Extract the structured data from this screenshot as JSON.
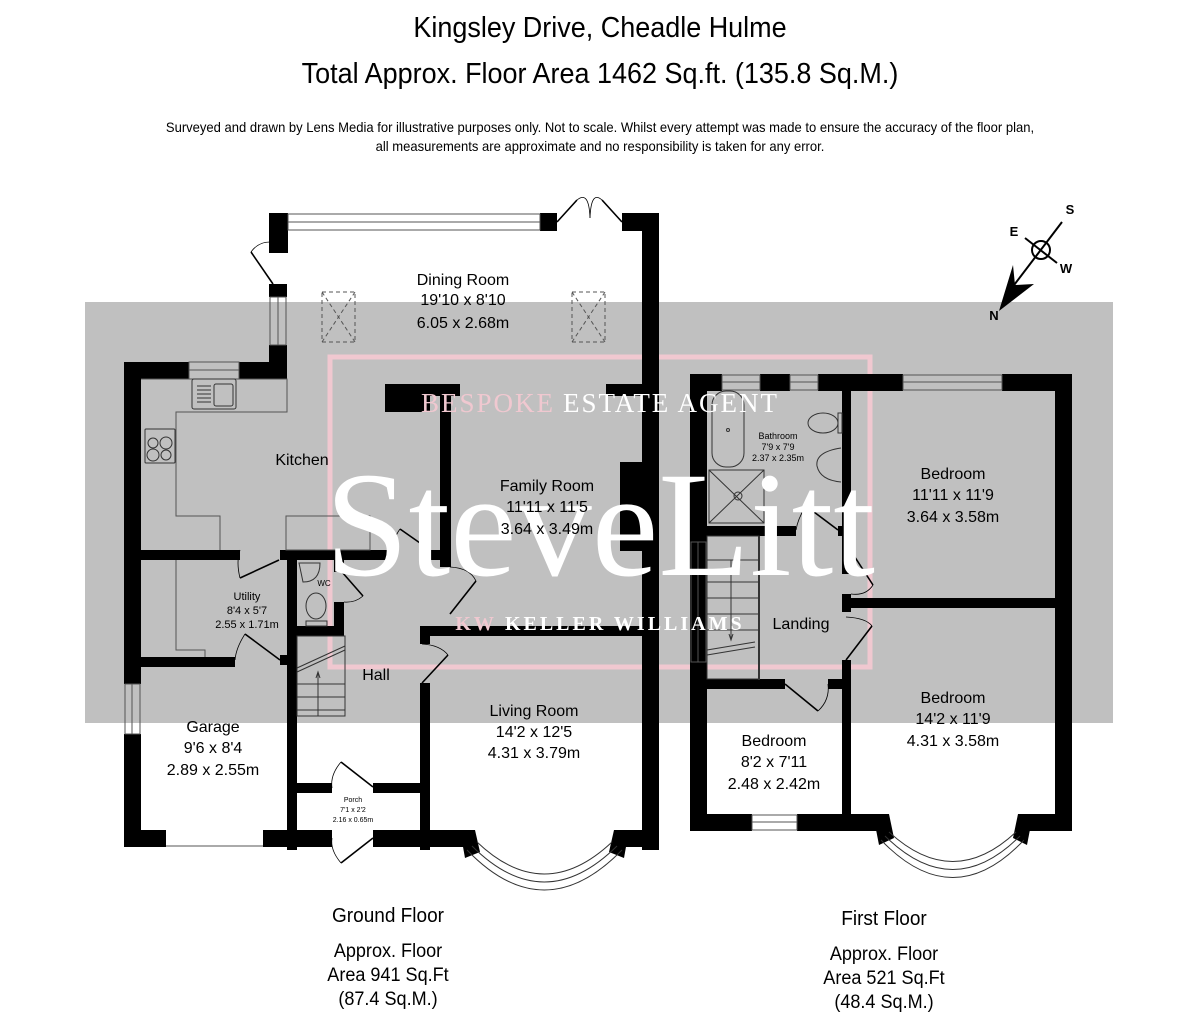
{
  "header": {
    "title": "Kingsley Drive, Cheadle Hulme",
    "total_area": "Total Approx. Floor Area 1462 Sq.ft. (135.8 Sq.M.)",
    "disclaimer_line1": "Surveyed and drawn by Lens Media for illustrative purposes only. Not to scale. Whilst every attempt was made to ensure the accuracy of the floor plan,",
    "disclaimer_line2": "all measurements are approximate and no responsibility is taken for any error."
  },
  "watermark": {
    "top": "BESPOKE ESTATE AGENT",
    "top_pink": "BESPOKE",
    "top_white": "ESTATE AGENT",
    "main": "SteveLitt",
    "bottom": "KW KELLER WILLIAMS",
    "bottom_pink": "KW",
    "bottom_white": "KELLER WILLIAMS",
    "band_color": "#c0c0c0",
    "frame_color": "#f0c8d0"
  },
  "compass": {
    "n": "N",
    "s": "S",
    "e": "E",
    "w": "W"
  },
  "ground_floor": {
    "name": "Ground Floor",
    "area_line1": "Approx. Floor",
    "area_line2": "Area 941 Sq.Ft",
    "area_line3": "(87.4 Sq.M.)",
    "rooms": [
      {
        "name": "Dining Room",
        "imperial": "19'10 x 8'10",
        "metric": "6.05 x 2.68m"
      },
      {
        "name": "Kitchen",
        "imperial": "",
        "metric": ""
      },
      {
        "name": "Family Room",
        "imperial": "11'11 x 11'5",
        "metric": "3.64 x 3.49m"
      },
      {
        "name": "Utility",
        "imperial": "8'4 x 5'7",
        "metric": "2.55 x 1.71m"
      },
      {
        "name": "WC",
        "imperial": "",
        "metric": ""
      },
      {
        "name": "Hall",
        "imperial": "",
        "metric": ""
      },
      {
        "name": "Garage",
        "imperial": "9'6 x 8'4",
        "metric": "2.89 x 2.55m"
      },
      {
        "name": "Living Room",
        "imperial": "14'2 x 12'5",
        "metric": "4.31 x 3.79m"
      },
      {
        "name": "Porch",
        "imperial": "7'1 x 2'2",
        "metric": "2.16 x 0.65m"
      }
    ]
  },
  "first_floor": {
    "name": "First Floor",
    "area_line1": "Approx. Floor",
    "area_line2": "Area 521 Sq.Ft",
    "area_line3": "(48.4 Sq.M.)",
    "rooms": [
      {
        "name": "Bathroom",
        "imperial": "7'9 x 7'9",
        "metric": "2.37 x 2.35m"
      },
      {
        "name": "Bedroom",
        "imperial": "11'11 x 11'9",
        "metric": "3.64 x 3.58m"
      },
      {
        "name": "Landing",
        "imperial": "",
        "metric": ""
      },
      {
        "name": "Bedroom",
        "imperial": "8'2 x 7'11",
        "metric": "2.48 x 2.42m"
      },
      {
        "name": "Bedroom",
        "imperial": "14'2 x 11'9",
        "metric": "4.31 x 3.58m"
      }
    ]
  }
}
